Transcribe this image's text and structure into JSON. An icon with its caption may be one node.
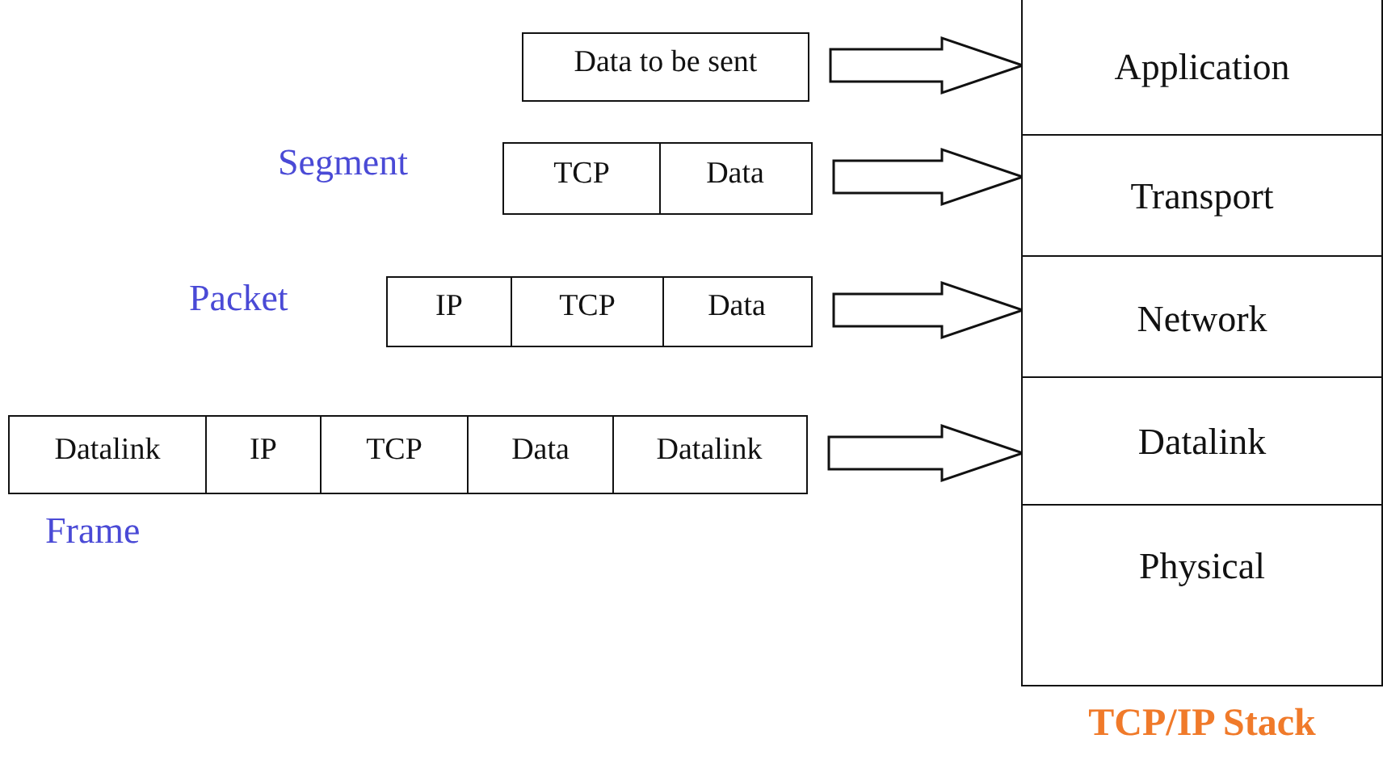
{
  "diagram": {
    "nodes": [
      {
        "text": [
          "TCP/IP Stack"
        ]
      },
      {
        "text": [
          "Application"
        ],
        "in": 0
      },
      {
        "text": [
          "Transport"
        ],
        "in": 0
      },
      {
        "text": [
          "Network"
        ],
        "in": 0
      },
      {
        "text": [
          "Datalink"
        ],
        "in": 0
      },
      {
        "text": [
          "Physical"
        ],
        "in": 0
      },
      {
        "text": [
          "Data to be sent"
        ]
      },
      {
        "text": [],
        "shape": "box",
        "beside": [
          "Segment"
        ]
      },
      {
        "text": [
          "TCP"
        ],
        "in": 7
      },
      {
        "text": [
          "Data"
        ],
        "in": 7
      },
      {
        "text": [],
        "shape": "box",
        "beside": [
          "Packet"
        ]
      },
      {
        "text": [
          "IP"
        ],
        "in": 10
      },
      {
        "text": [
          "TCP"
        ],
        "in": 10
      },
      {
        "text": [
          "Data"
        ],
        "in": 10
      },
      {
        "text": [],
        "shape": "box",
        "beside": [
          "Frame"
        ]
      },
      {
        "text": [
          "Datalink"
        ],
        "in": 14
      },
      {
        "text": [
          "IP"
        ],
        "in": 14
      },
      {
        "text": [
          "TCP"
        ],
        "in": 14
      },
      {
        "text": [
          "Data"
        ],
        "in": 14
      },
      {
        "text": [
          "Datalink"
        ],
        "in": 14
      }
    ],
    "edges": [
      {
        "from": 6,
        "to": 1,
        "arrow": "to"
      },
      {
        "from": 7,
        "to": 2,
        "arrow": "to"
      },
      {
        "from": 10,
        "to": 3,
        "arrow": "to"
      },
      {
        "from": 14,
        "to": 4,
        "arrow": "to"
      }
    ]
  }
}
